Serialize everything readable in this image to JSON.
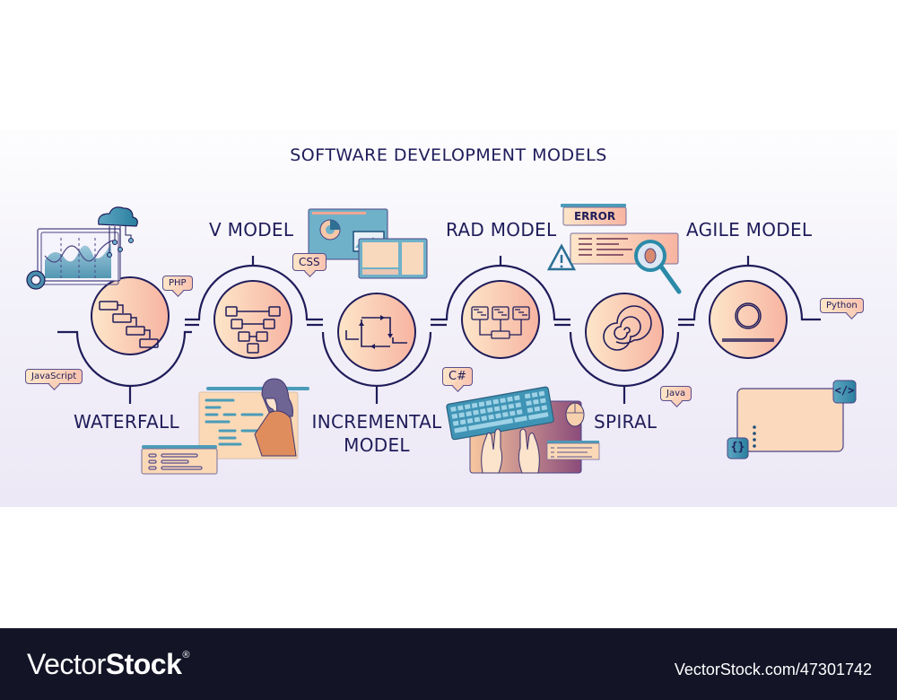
{
  "title": "SOFTWARE DEVELOPMENT MODELS",
  "models": [
    {
      "id": "waterfall",
      "label": "WATERFALL",
      "icon": "waterfall-steps-icon",
      "position": "below"
    },
    {
      "id": "v-model",
      "label": "V MODEL",
      "icon": "v-model-tree-icon",
      "position": "above"
    },
    {
      "id": "incremental",
      "label_line1": "INCREMENTAL",
      "label_line2": "MODEL",
      "icon": "incremental-loop-arrows-icon",
      "position": "below"
    },
    {
      "id": "rad",
      "label": "RAD MODEL",
      "icon": "rad-parallel-blocks-icon",
      "position": "above"
    },
    {
      "id": "spiral",
      "label": "SPIRAL",
      "icon": "spiral-icon",
      "position": "below"
    },
    {
      "id": "agile",
      "label": "AGILE MODEL",
      "icon": "agile-loop-icon",
      "position": "above"
    }
  ],
  "language_tags": {
    "php": "PHP",
    "javascript": "JavaScript",
    "css": "CSS",
    "csharp": "C#",
    "java": "Java",
    "python": "Python"
  },
  "illustrations": {
    "error_label": "ERROR",
    "code_open_tag_icon": "</>",
    "code_braces_icon": "{}"
  },
  "colors": {
    "navy": "#1f1c5a",
    "peach_start": "#fde3c6",
    "peach_end": "#f7b5a2",
    "teal": "#2d8aa8",
    "band_bottom": "#ece8f6",
    "footer_bg": "#131426"
  },
  "footer": {
    "brand_light": "Vector",
    "brand_bold": "Stock",
    "brand_mark": "®",
    "url": "VectorStock.com/47301742"
  }
}
